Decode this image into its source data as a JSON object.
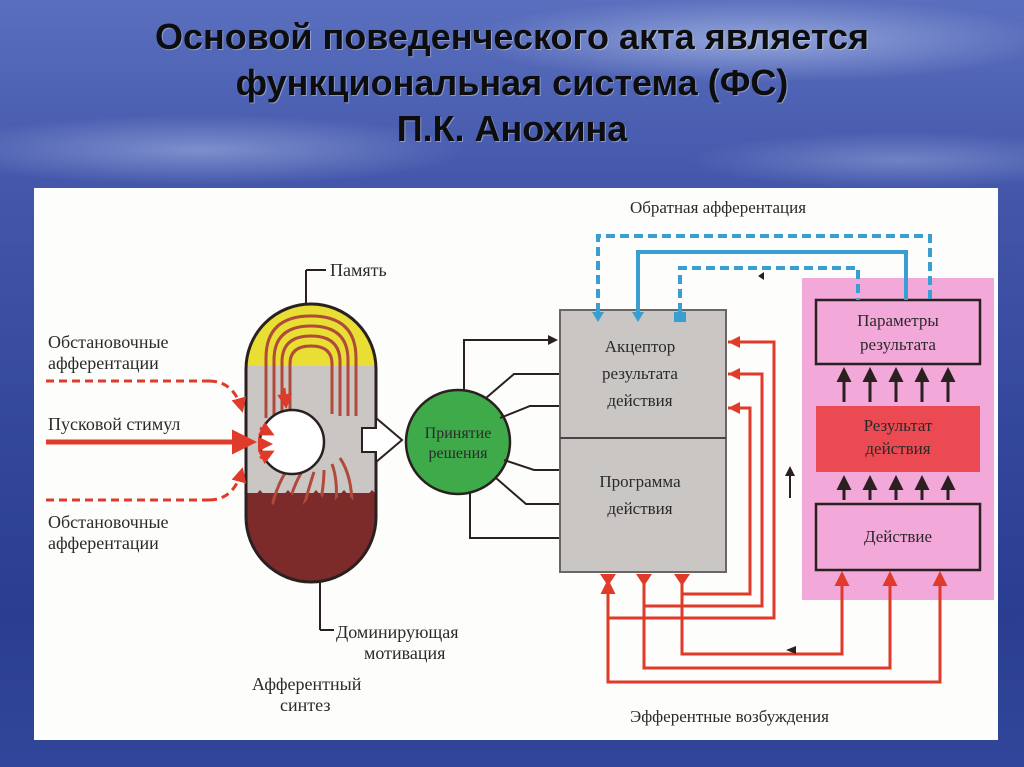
{
  "title": {
    "line1": "Основой поведенческого акта является",
    "line2": "функциональная система (ФС)",
    "line3": "П.К. Анохина"
  },
  "diagram": {
    "memory": "Память",
    "situational_top_1": "Обстановочные",
    "situational_top_2": "афферентации",
    "trigger": "Пусковой стимул",
    "situational_bottom_1": "Обстановочные",
    "situational_bottom_2": "афферентации",
    "dominant_1": "Доминирующая",
    "dominant_2": "мотивация",
    "afferent_synthesis_1": "Афферентный",
    "afferent_synthesis_2": "синтез",
    "decision_1": "Принятие",
    "decision_2": "решения",
    "acceptor_1": "Акцептор",
    "acceptor_2": "результата",
    "acceptor_3": "действия",
    "program_1": "Программа",
    "program_2": "действия",
    "params_1": "Параметры",
    "params_2": "результата",
    "result_1": "Результат",
    "result_2": "действия",
    "action": "Действие",
    "feedback": "Обратная афферентация",
    "efferent": "Эфферентные возбуждения"
  },
  "colors": {
    "red_arrow": "#e03a2a",
    "dashed_feedback": "#3a9fd0",
    "decision_green": "#3faa4a",
    "pink_panel": "#f2a8d8",
    "result_red": "#ec4a52",
    "gray_box": "#c9c6c4",
    "memory_yellow": "#e8de34",
    "motivation_maroon": "#7d2a2a"
  }
}
